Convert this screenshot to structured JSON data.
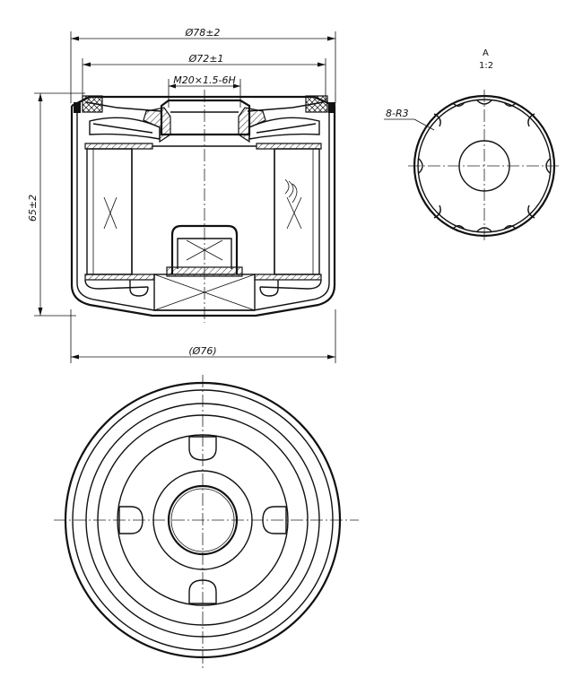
{
  "dimensions": {
    "outer_diameter": "Ø78±2",
    "gasket_diameter": "Ø72±1",
    "thread": "M20×1.5-6H",
    "height": "65±2",
    "body_diameter": "(Ø76)"
  },
  "detail": {
    "label": "A",
    "scale": "1:2",
    "radius_note": "8-R3"
  }
}
